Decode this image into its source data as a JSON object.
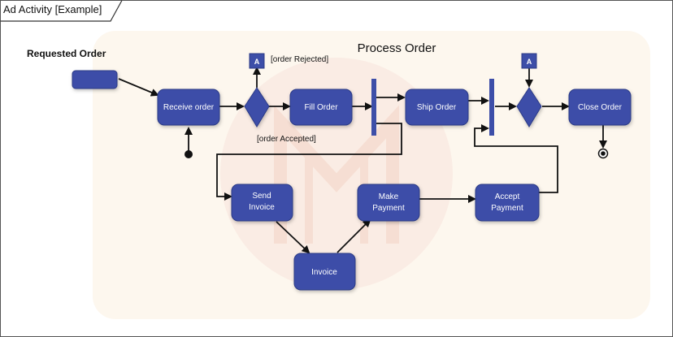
{
  "frame": {
    "title": "Ad Activity [Example]"
  },
  "diagram": {
    "title": "Process Order",
    "input_label": "Requested Order",
    "connector_label": "A",
    "guard_rejected": "[order Rejected]",
    "guard_accepted": "[order Accepted]",
    "nodes": {
      "receive_order": "Receive order",
      "fill_order": "Fill Order",
      "ship_order": "Ship Order",
      "close_order": "Close Order",
      "send_invoice_1": "Send",
      "send_invoice_2": "Invoice",
      "invoice": "Invoice",
      "make_payment_1": "Make",
      "make_payment_2": "Payment",
      "accept_payment_1": "Accept",
      "accept_payment_2": "Payment"
    }
  },
  "colors": {
    "node_fill": "#3d4ea8",
    "node_stroke": "#2c3a86",
    "panel_bg": "#fdf7ee",
    "line": "#111111"
  }
}
